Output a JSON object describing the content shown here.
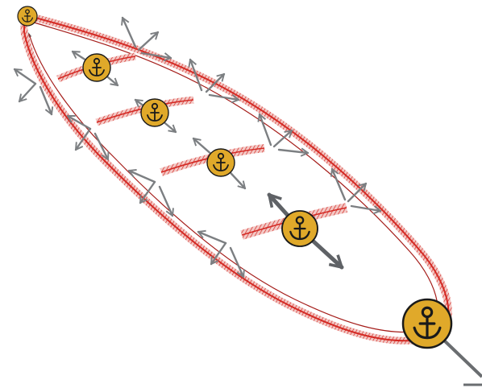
{
  "colors": {
    "background": "#ffffff",
    "net_red": "#d42a24",
    "net_red_dark": "#a51d1a",
    "net_hatch": "#e8a8a4",
    "anchor_fill": "#e0a92a",
    "anchor_stroke": "#1a1a1a",
    "arrow_gray": "#7c7f82",
    "arrow_gray_dark": "#5f6266"
  },
  "anchors": [
    {
      "name": "anchor-top-small",
      "icon": "anchor-icon"
    },
    {
      "name": "anchor-2",
      "icon": "anchor-icon"
    },
    {
      "name": "anchor-3",
      "icon": "anchor-icon"
    },
    {
      "name": "anchor-4",
      "icon": "anchor-icon"
    },
    {
      "name": "anchor-5",
      "icon": "anchor-icon"
    },
    {
      "name": "anchor-large-bottom",
      "icon": "anchor-icon"
    }
  ],
  "arrow_groups": [
    {
      "name": "force-arrows-left-1",
      "icon": "arrow-cluster-icon"
    },
    {
      "name": "force-arrows-left-2",
      "icon": "arrow-cluster-icon"
    },
    {
      "name": "force-arrows-left-3",
      "icon": "arrow-cluster-icon"
    },
    {
      "name": "force-arrows-left-4",
      "icon": "arrow-cluster-icon"
    },
    {
      "name": "force-arrows-right-1",
      "icon": "arrow-cluster-icon"
    },
    {
      "name": "force-arrows-right-2",
      "icon": "arrow-cluster-icon"
    },
    {
      "name": "force-arrows-right-3",
      "icon": "arrow-cluster-icon"
    },
    {
      "name": "force-arrows-right-4",
      "icon": "arrow-cluster-icon"
    }
  ]
}
